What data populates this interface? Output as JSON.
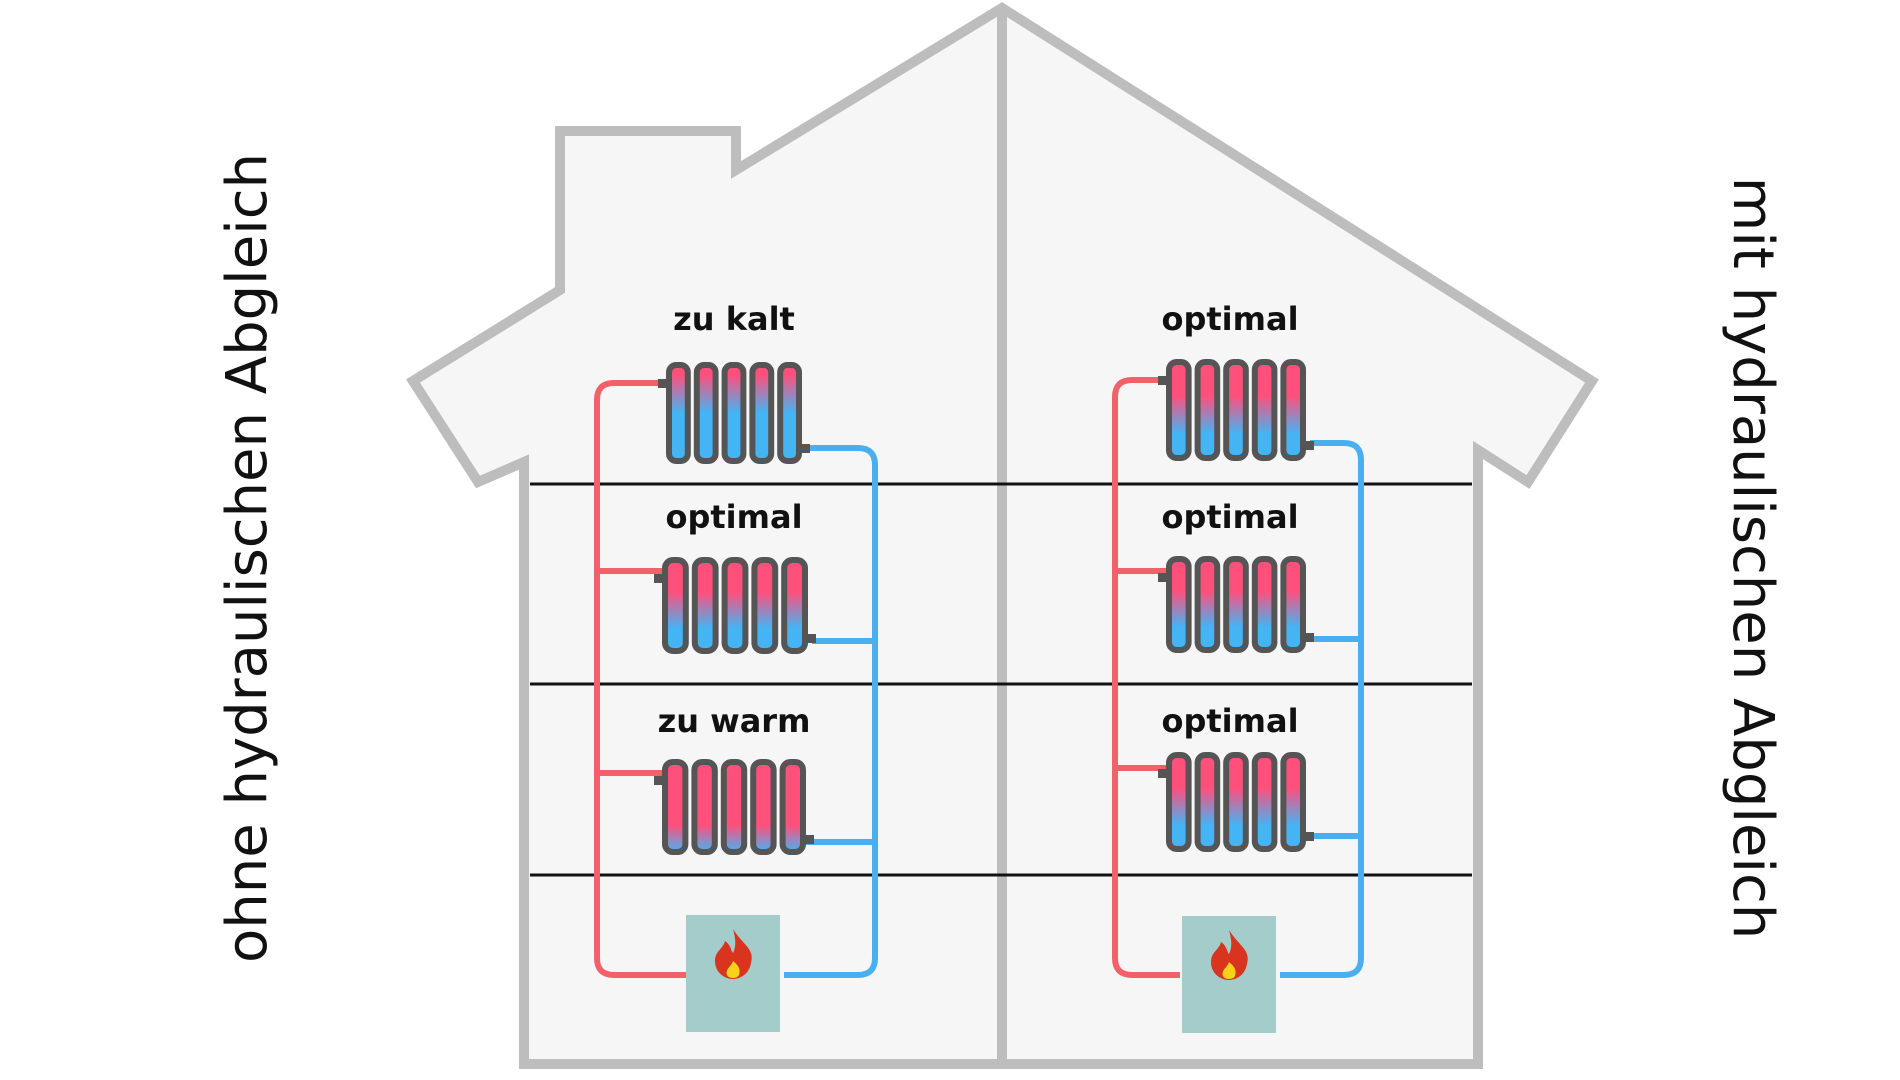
{
  "labels": {
    "left_side": "ohne hydraulischen Abgleich",
    "right_side": "mit hydraulischen Abgleich"
  },
  "panels": {
    "left": {
      "floors": [
        {
          "label": "zu kalt",
          "heat_level": 0.3
        },
        {
          "label": "optimal",
          "heat_level": 0.55
        },
        {
          "label": "zu warm",
          "heat_level": 0.9
        }
      ]
    },
    "right": {
      "floors": [
        {
          "label": "optimal",
          "heat_level": 0.55
        },
        {
          "label": "optimal",
          "heat_level": 0.55
        },
        {
          "label": "optimal",
          "heat_level": 0.55
        }
      ]
    }
  },
  "colors": {
    "house_outline": "#bdbdbd",
    "house_fill": "#f6f6f6",
    "floor_line": "#111111",
    "supply_pipe": "#f2606a",
    "return_pipe": "#4aaff0",
    "radiator_frame": "#555555",
    "radiator_hot": "#ff4f7b",
    "radiator_cold": "#44b4f4",
    "boiler": "#a4cccb",
    "flame_outer": "#d9341e",
    "flame_inner": "#f6d21a"
  },
  "icons": {
    "boiler": "flame-icon"
  }
}
